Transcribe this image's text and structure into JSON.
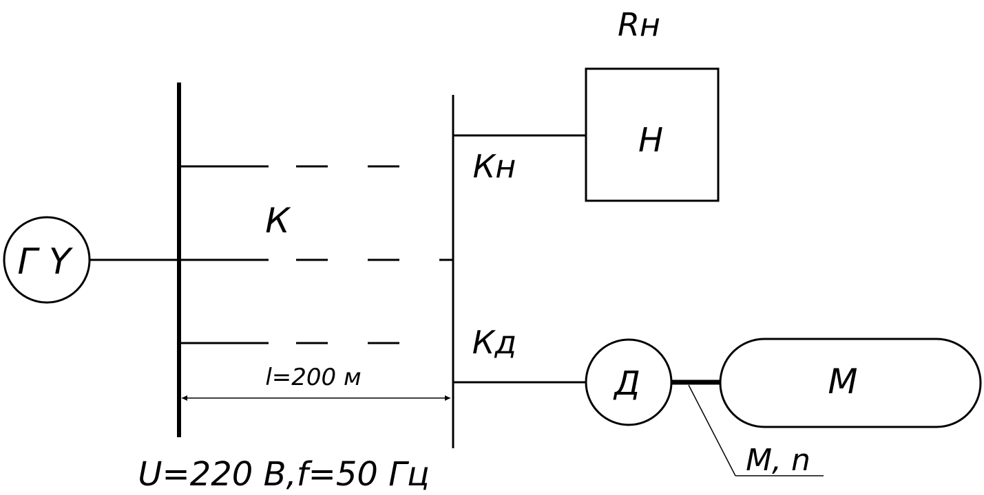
{
  "labels": {
    "load_resistance": "Rн",
    "load_box": "Н",
    "load_contactor": "Кн",
    "cable": "К",
    "generator": "Г Y",
    "motor_contactor": "Кд",
    "motor": "Д",
    "mechanism": "М",
    "length": "l=200 м",
    "supply": "U=220 В,f=50 Гц",
    "torque_speed": "М, n"
  }
}
